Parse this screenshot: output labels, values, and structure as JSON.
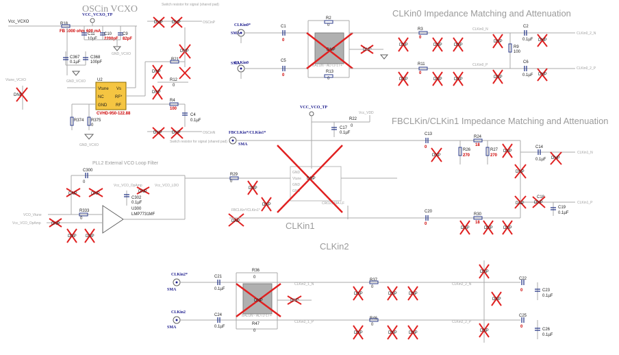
{
  "titles": {
    "osc": "OSCin VCXO",
    "clkin0": "CLKin0 Impedance Matching and Attenuation",
    "fbclkin": "FBCLKin/CLKin1 Impedance Matching and Attenuation",
    "pll2": "PLL2 External VCO Loop Filter",
    "clkin1": "CLKin1",
    "clkin2": "CLKin2"
  },
  "nets": {
    "vcc_vcxo": "Vcc_VCXO",
    "vcc_vcxo_tp": "VCC_VCXO_TP",
    "gnd_vcxo": "GND_VCXO",
    "vtune_vcxo": "Vtune_VCXO",
    "oscinp": "OSCinP",
    "oscinn": "OSCinN",
    "clkin0_star": "CLKin0*",
    "clkin0": "CLKin0",
    "clkin0_n": "CLKin0_N",
    "clkin0_p": "CLKin0_P",
    "clkin0_2n": "CLKin0_2_N",
    "clkin0_2p": "CLKin0_2_P",
    "vcc_vco_tp": "VCC_VCO_TP",
    "vcc_vdd": "Vcc_VDD",
    "fbclkin": "FBCLKin*/CLKin1*",
    "clkin1_n": "CLKin1_N",
    "clkin1_p": "CLKin1_P",
    "clkin2_star": "CLKin2*",
    "clkin2": "CLKin2",
    "clkin2_1n": "CLKin2_1_N",
    "clkin2_1p": "CLKin2_1_P",
    "clkin2_2n": "CLKin2_2_N",
    "clkin2_2p": "CLKin2_2_P",
    "vcc_vco_opamp": "Vcc_VCO_OpAmp",
    "vcc_vco_ldo": "Vcc_VCO_LDO",
    "vco_vtune": "VCO_Vtune",
    "vcc_vco_opamp2": "Vcc_VCO_OpAmp",
    "sma": "SMA"
  },
  "parts": {
    "r18": "R18",
    "fb": "FB 1000 ohm 600 mA",
    "c11": "C11",
    "c11v": "10µF",
    "c10": "C10",
    "c10v": "2200pF",
    "c9": "C9",
    "c9v": "82pF",
    "c367": "C367",
    "c367v": "0.1µF",
    "c368": "C368",
    "c368v": "100pF",
    "u2": "U2",
    "u2part": "CVHD-950-122.88",
    "vtune": "Vtune",
    "nc": "NC",
    "gnd": "GND",
    "vs": "Vs",
    "rf_star": "RF*",
    "rf": "RF",
    "r21": "R21",
    "r12": "R12",
    "r12v": "0",
    "r4": "R4",
    "r4v": "100",
    "c4": "C4",
    "c4v": "0.1µF",
    "r374": "R374",
    "r375": "R375",
    "r375v": "0",
    "switch_note": "Switch resistor for signal (shared pad)",
    "c1": "C1",
    "c1v": "0",
    "c5": "C5",
    "c5v": "0",
    "r2": "R2",
    "r2v": "0",
    "r13": "R13",
    "r13v": "0",
    "balun": "BALUN - ADT2-1T+",
    "r3": "R3",
    "r3v": "0",
    "r11": "R11",
    "r11v": "0",
    "r9": "R9",
    "r9v": "100",
    "c2": "C2",
    "c2v": "0.1µF",
    "c6": "C6",
    "c6v": "0.1µF",
    "dnp": "DNP",
    "r22": "R22",
    "r22v": "0",
    "c17": "C17",
    "c17v": "0.1µF",
    "c13": "C13",
    "c13v": "0",
    "c20": "C20",
    "c20v": "0",
    "r24": "R24",
    "r24v": "18",
    "r26": "R26",
    "r26v": "270",
    "r27": "R27",
    "r27v": "270",
    "r30": "R30",
    "r30v": "18",
    "c14": "C14",
    "c14v": "0.1µF",
    "c18": "C18",
    "c19": "C19",
    "c19v": "0.1µF",
    "r29": "R29",
    "r29v": "0",
    "c300": "C300",
    "c300v": "0",
    "c302": "C302",
    "c302v": "0.1µF",
    "u300": "U300",
    "u300part": "LMP7731MF",
    "r333": "R333",
    "r333v": "0",
    "c21": "C21",
    "c21v": "0.1µF",
    "c24": "C24",
    "c24v": "0.1µF",
    "r36": "R36",
    "r36v": "0",
    "r47": "R47",
    "r47v": "0",
    "r37": "R37",
    "r37v": "0",
    "r46": "R46",
    "r46v": "0",
    "c22": "C22",
    "c22v": "0",
    "c23": "C23",
    "c23v": "0.1µF",
    "c25": "C25",
    "c25v": "0",
    "c26": "C26",
    "c26v": "0.1µF",
    "cro": "CRO2949A-LF"
  },
  "colors": {
    "wire": "#a8a8a8",
    "dnp_cross": "#e02020",
    "title": "#9a9a9a",
    "part_label": "#1a1a1a",
    "value_red": "#cc0000",
    "net_blue": "#1a1a8c"
  }
}
